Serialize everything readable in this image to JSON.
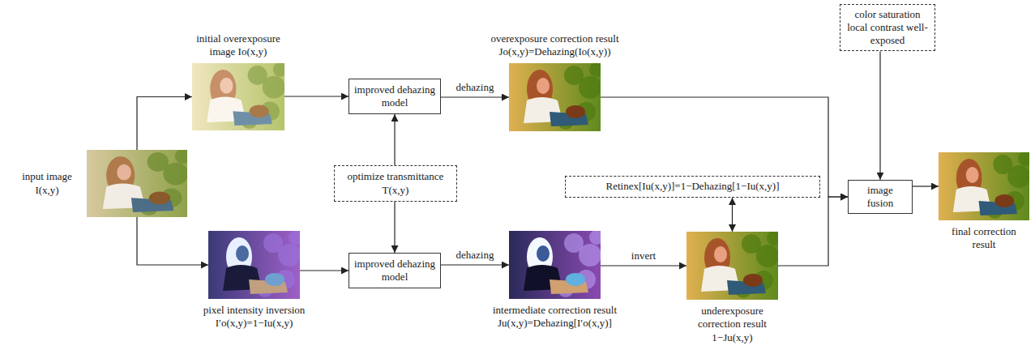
{
  "diagram": {
    "nodes": [
      {
        "text": [
          "input image I(x,y)"
        ]
      },
      {
        "text": [
          "initial overexposure image Io(x,y)"
        ]
      },
      {
        "text": [
          "improved dehazing model"
        ]
      },
      {
        "text": [
          "overexposure correction result Jo(x,y)=Dehazing(Io(x,y))"
        ]
      },
      {
        "text": [
          "color saturation local contrast well-exposed"
        ]
      },
      {
        "text": [
          "optimize transmittance T(x,y)"
        ]
      },
      {
        "text": [
          "Retinex[Iu(x,y)]=1−Dehazing[1−Iu(x,y)]"
        ]
      },
      {
        "text": [
          "image fusion"
        ]
      },
      {
        "text": [
          "final correction result"
        ]
      },
      {
        "text": [
          "pixel intensity inversion I′o(x,y)=1−Iu(x,y)"
        ]
      },
      {
        "text": [
          "improved dehazing model"
        ]
      },
      {
        "text": [
          "intermediate correction result Ju(x,y)=Dehazing[I′o(x,y)]"
        ]
      },
      {
        "text": [
          "underexposure correction result 1−Ju(x,y)"
        ]
      }
    ],
    "edges": [
      {
        "from": 0,
        "to": 1,
        "arrow": "to"
      },
      {
        "from": 0,
        "to": 9,
        "arrow": "to"
      },
      {
        "from": 1,
        "to": 2,
        "arrow": "to"
      },
      {
        "from": 2,
        "to": 3,
        "label": "dehazing",
        "arrow": "to"
      },
      {
        "from": 5,
        "to": 2,
        "arrow": "to"
      },
      {
        "from": 5,
        "to": 10,
        "arrow": "to"
      },
      {
        "from": 9,
        "to": 10,
        "arrow": "to"
      },
      {
        "from": 10,
        "to": 11,
        "label": "dehazing",
        "arrow": "to"
      },
      {
        "from": 11,
        "to": 12,
        "label": "invert",
        "arrow": "to"
      },
      {
        "from": 12,
        "to": 6,
        "arrow": "both"
      },
      {
        "from": 3,
        "to": 7,
        "arrow": "to"
      },
      {
        "from": 12,
        "to": 7,
        "arrow": "to"
      },
      {
        "from": 4,
        "to": 7,
        "arrow": "to"
      },
      {
        "from": 7,
        "to": 8,
        "arrow": "to"
      }
    ]
  }
}
